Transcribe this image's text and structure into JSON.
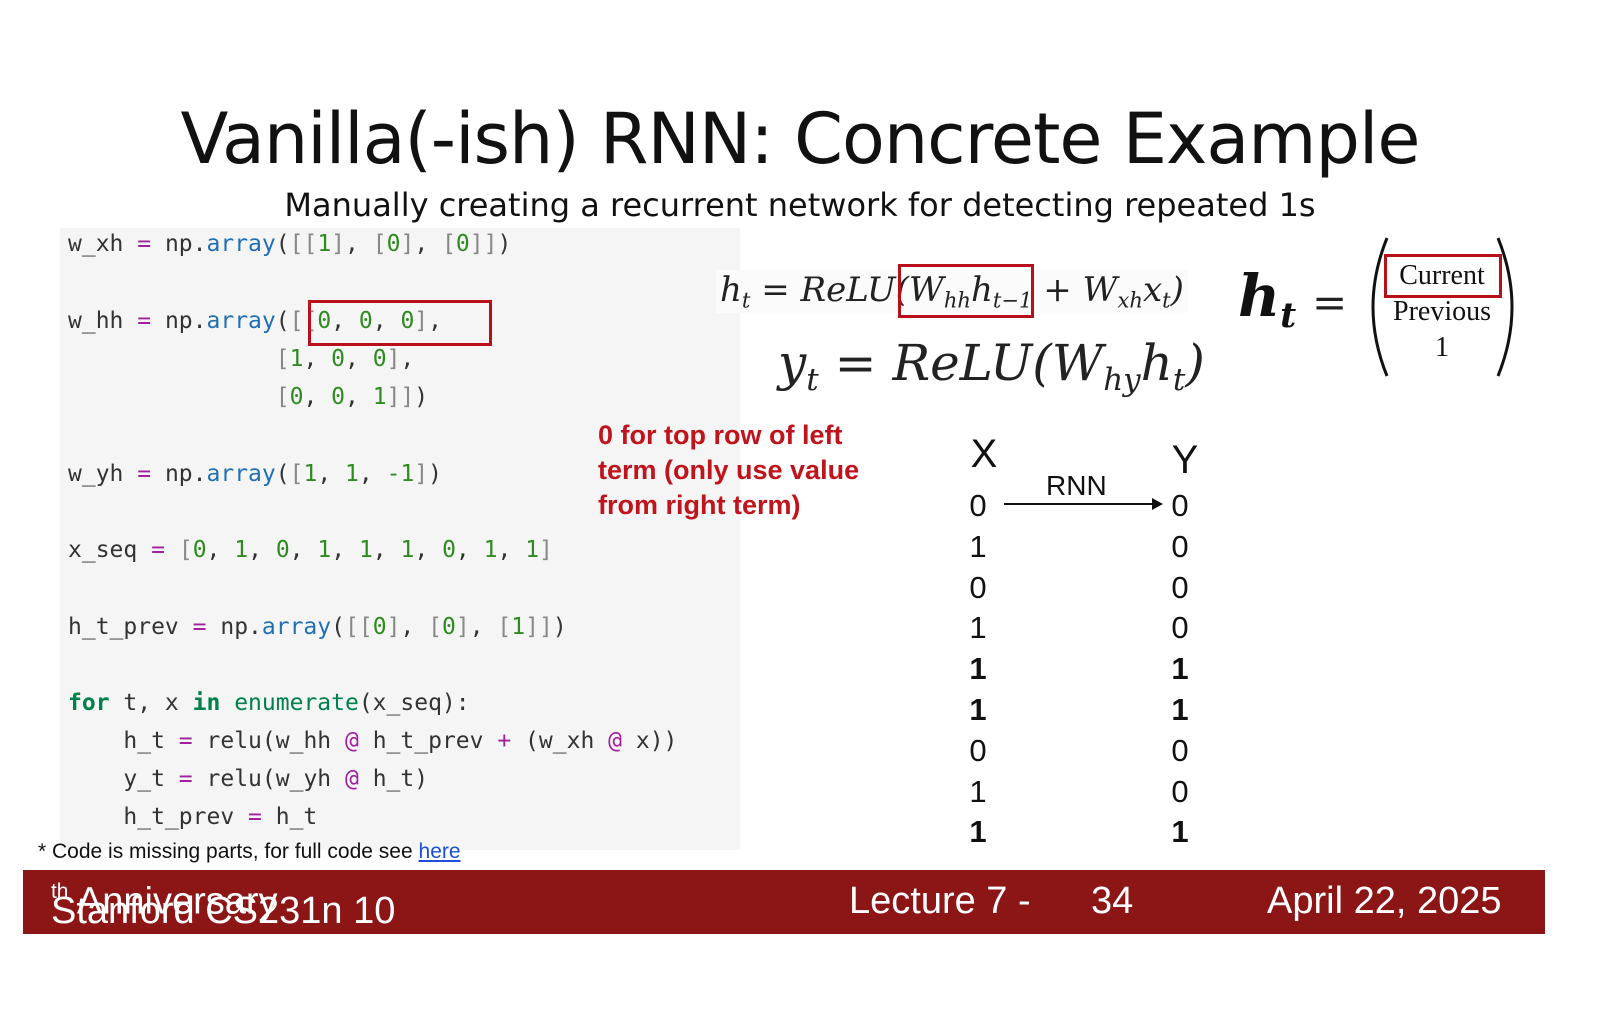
{
  "slide": {
    "title": "Vanilla(-ish) RNN: Concrete Example",
    "subtitle": "Manually creating a recurrent network for detecting repeated 1s",
    "footnote_text": "* Code is missing parts, for full code see ",
    "footnote_link": "here",
    "red_note": "0 for top row of left term (only use value from right term)"
  },
  "code": {
    "w_xh": {
      "name": "w_xh",
      "fn": "array",
      "vals": [
        "1",
        "0",
        "0"
      ]
    },
    "w_hh": {
      "name": "w_hh",
      "fn": "array",
      "rows": [
        [
          "0",
          "0",
          "0"
        ],
        [
          "1",
          "0",
          "0"
        ],
        [
          "0",
          "0",
          "1"
        ]
      ]
    },
    "w_yh": {
      "name": "w_yh",
      "fn": "array",
      "vals": [
        "1",
        "1",
        "-1"
      ]
    },
    "x_seq": {
      "name": "x_seq",
      "vals": [
        "0",
        "1",
        "0",
        "1",
        "1",
        "1",
        "0",
        "1",
        "1"
      ]
    },
    "h_t_prev": {
      "name": "h_t_prev",
      "fn": "array",
      "vals": [
        "0",
        "0",
        "1"
      ]
    },
    "loop": {
      "kw_for": "for",
      "vars": " t, x ",
      "kw_in": "in",
      "fn_enumerate": "enumerate",
      "arg": "(x_seq):",
      "line1_lhs": "h_t",
      "line1_rhs_a": "relu(w_hh ",
      "line1_rhs_b": " h_t_prev ",
      "line1_rhs_c": " (w_xh ",
      "line1_rhs_d": " x))",
      "line2_lhs": "y_t",
      "line2_rhs_a": "relu(w_yh ",
      "line2_rhs_b": " h_t)",
      "line3_lhs": "h_t_prev",
      "line3_rhs": " h_t"
    }
  },
  "math": {
    "relu": "ReLU",
    "vector_entries": [
      "Current",
      "Previous",
      "1"
    ]
  },
  "sequence": {
    "x_header": "X",
    "y_header": "Y",
    "arrow_label": "RNN",
    "x_values": [
      "0",
      "1",
      "0",
      "1",
      "1",
      "1",
      "0",
      "1",
      "1"
    ],
    "y_values": [
      "0",
      "0",
      "0",
      "0",
      "1",
      "1",
      "0",
      "0",
      "1"
    ],
    "bold_rows": [
      4,
      5,
      8
    ]
  },
  "footer": {
    "course": "Stanford CS231n 10",
    "course_sup": "th",
    "course_tail": " Anniversary",
    "lecture": "Lecture 7 -",
    "page": "34",
    "date": "April 22, 2025"
  }
}
